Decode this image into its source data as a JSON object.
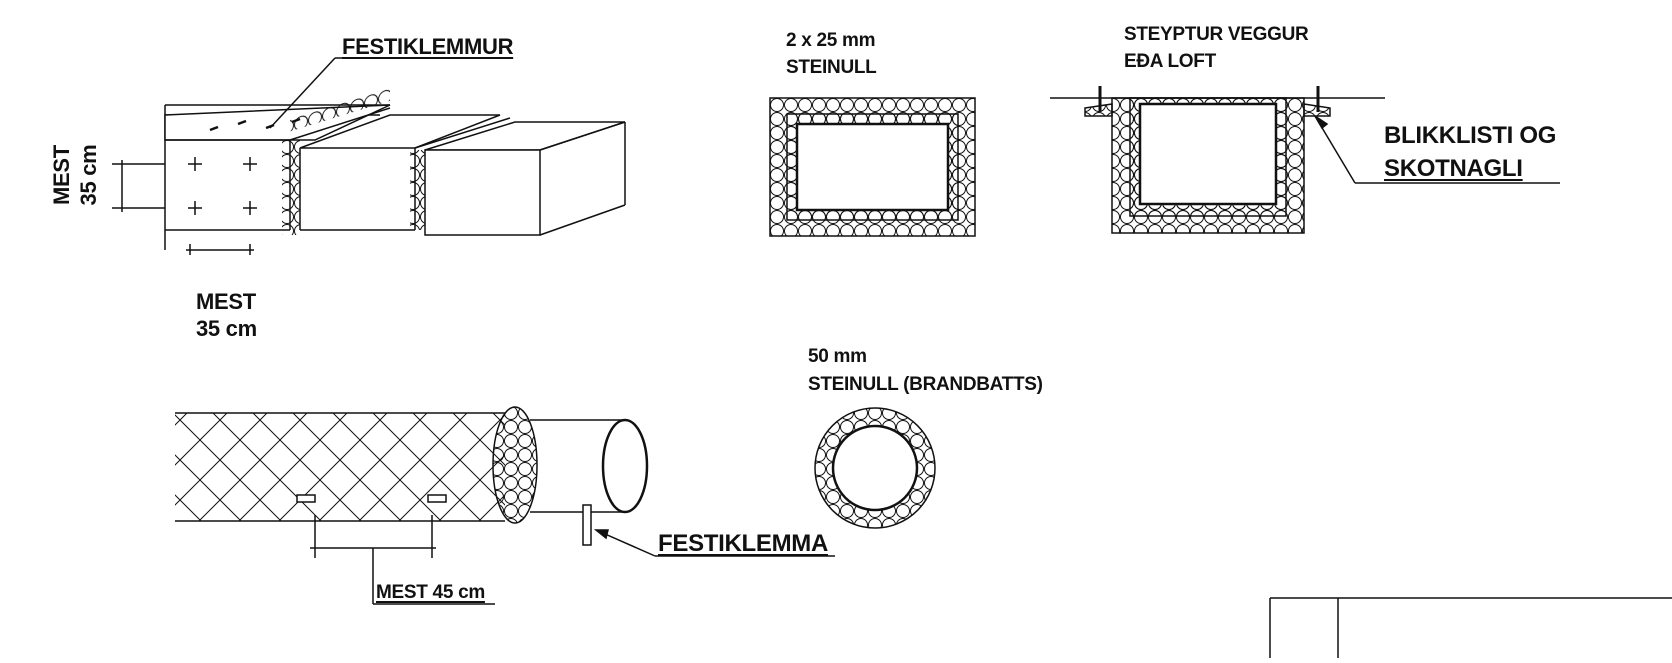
{
  "labels": {
    "festiklemmur": "FESTIKLEMMUR",
    "mest_35_vertical": "MEST\n35 cm",
    "mest_35_horizontal": "MEST\n35 cm",
    "steinull_25_qty": "2 x 25 mm",
    "steinull_25": "STEINULL",
    "steyptur_veggur": "STEYPTUR VEGGUR",
    "eda_loft": "EÐA LOFT",
    "blikklisti_og": "BLIKKLISTI OG",
    "skotnagli": "SKOTNAGLI",
    "steinull_50_qty": "50 mm",
    "steinull_50": "STEINULL (BRANDBATTS)",
    "festiklemma": "FESTIKLEMMA",
    "mest_45": "MEST 45 cm"
  },
  "colors": {
    "line": "#111111",
    "background": "#ffffff"
  }
}
